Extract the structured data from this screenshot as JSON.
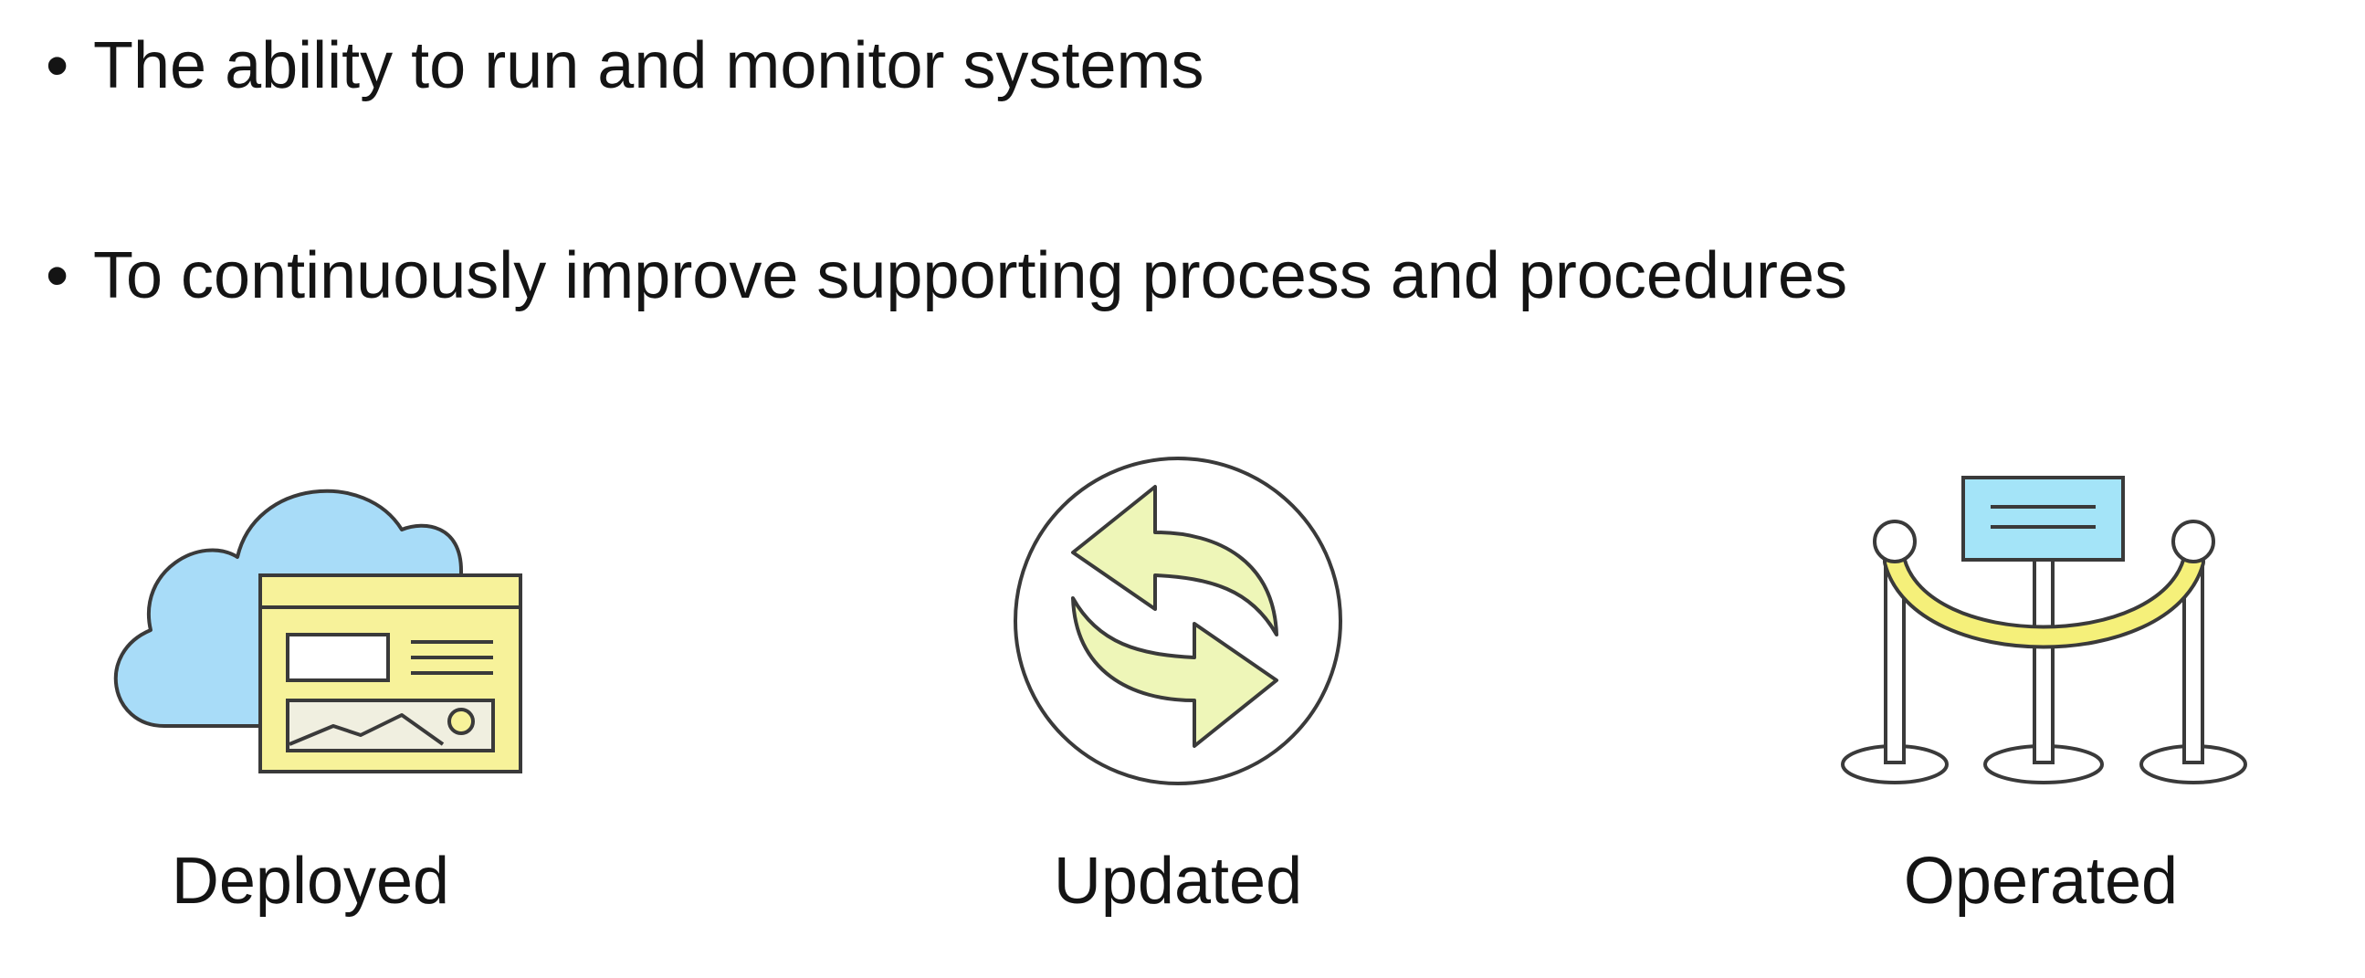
{
  "bullets": [
    {
      "marker": "•",
      "text": "The ability to run and monitor systems"
    },
    {
      "marker": "•",
      "text": "To continuously improve supporting process and procedures"
    }
  ],
  "icons": [
    {
      "name": "cloud-webpage-icon",
      "label": "Deployed"
    },
    {
      "name": "refresh-arrows-icon",
      "label": "Updated"
    },
    {
      "name": "stanchion-sign-icon",
      "label": "Operated"
    }
  ],
  "colors": {
    "text": "#141414",
    "outline": "#3a3a3a",
    "cloud_blue": "#a8dcf8",
    "panel_yellow": "#f7f29a",
    "arrow_green": "#eef6b8",
    "sign_blue": "#a4e4f8",
    "rope_yellow": "#f5f07a",
    "background": "#ffffff"
  }
}
